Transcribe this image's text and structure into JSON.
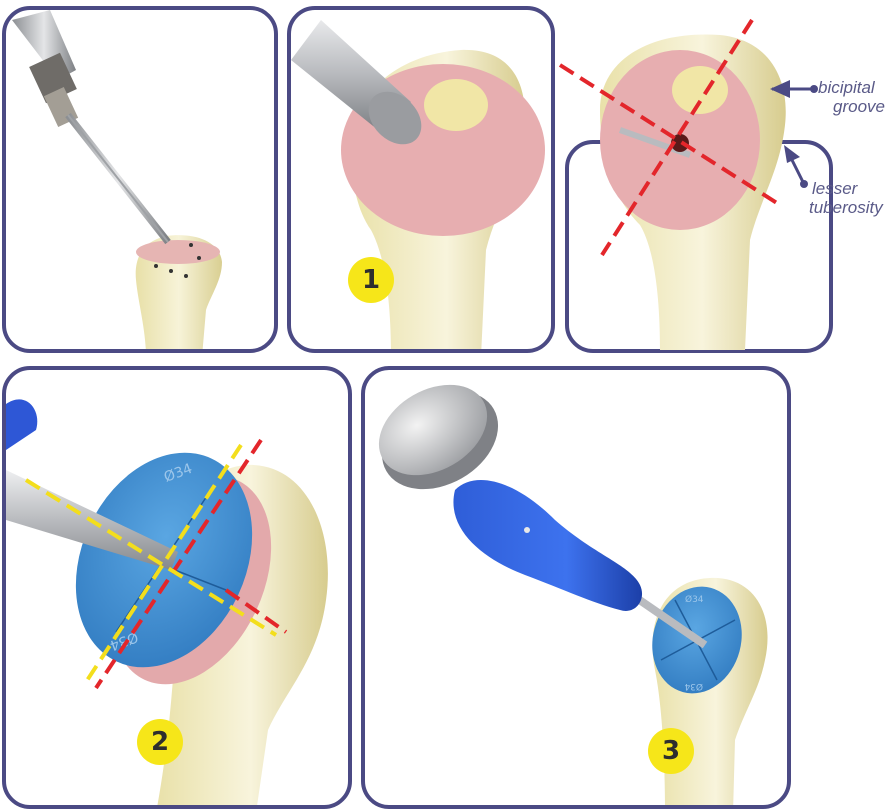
{
  "colors": {
    "panel_border": "#4b4a84",
    "badge_fill": "#f6e619",
    "axis_red": "#e3262b",
    "axis_yellow": "#f3de1c",
    "bone": "#f1ecc4",
    "cancellous": "#e7aeb0",
    "blue_instrument": "#2e57d6",
    "disc_blue": "#3c8fd3",
    "steel": "#c2c4c8",
    "label_text": "#5a5a88"
  },
  "steps": [
    {
      "label": "1"
    },
    {
      "label": "2"
    },
    {
      "label": "3"
    }
  ],
  "annotations": {
    "bicipital": "bicipital",
    "groove": "groove",
    "lesser": "lesser",
    "tuberosity": "tuberosity"
  },
  "disc_markings": {
    "large_top": "Ø34",
    "large_bottom": "Ø34",
    "small_top": "Ø34",
    "small_bottom": "Ø34"
  },
  "icons": [
    "drill-icon",
    "humerus-bone-icon",
    "sizing-disc-icon",
    "impactor-icon",
    "arrow-pointer-icon"
  ]
}
